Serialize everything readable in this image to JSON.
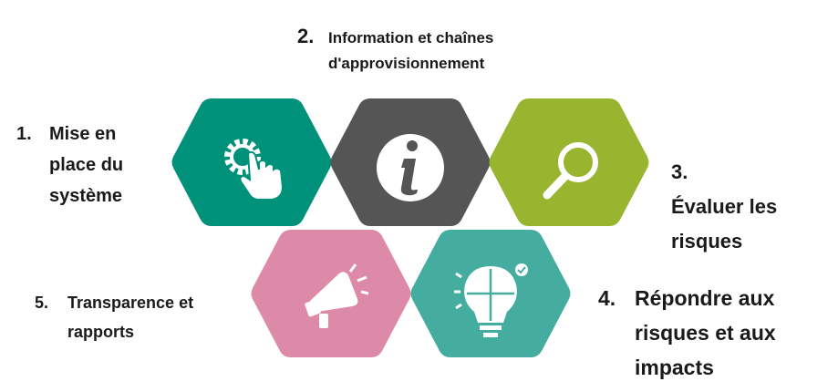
{
  "steps": [
    {
      "number": "1.",
      "text": "Mise en place du système",
      "icon": "gear-hand-icon",
      "color": "#00917B"
    },
    {
      "number": "2.",
      "text": "Information et chaînes d'approvisionnement",
      "icon": "info-icon",
      "color": "#555555"
    },
    {
      "number": "3.",
      "text": "Évaluer les risques",
      "icon": "magnifier-icon",
      "color": "#99B52F"
    },
    {
      "number": "4.",
      "text": "Répondre aux risques et aux impacts",
      "icon": "lightbulb-puzzle-icon",
      "color": "#45ADA0"
    },
    {
      "number": "5.",
      "text": "Transparence et rapports",
      "icon": "megaphone-icon",
      "color": "#DC8AA8"
    }
  ]
}
